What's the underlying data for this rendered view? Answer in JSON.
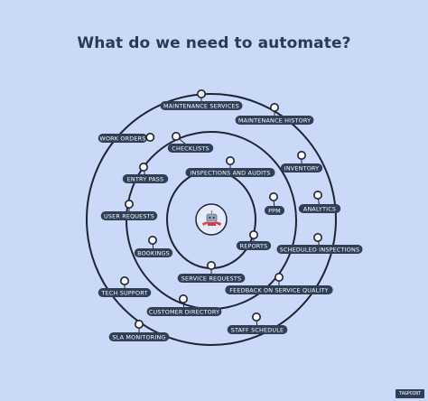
{
  "title": "What do we need to automate?",
  "colors": {
    "background": "#cad9f7",
    "ring": "#1d2433",
    "tag": "#2f3f57",
    "node_fill": "#ffffff"
  },
  "center_icon": "robot-icon",
  "rings": [
    {
      "name": "inner",
      "items": [
        "INSPECTIONS AND AUDITS",
        "PPM",
        "REPORTS",
        "SERVICE REQUESTS",
        "BOOKINGS",
        "CHECKLISTS"
      ]
    },
    {
      "name": "middle",
      "items": [
        "INVENTORY",
        "ANALYTICS",
        "SCHEDULED INSPECTIONS",
        "FEEDBACK ON SERVICE QUALITY",
        "CUSTOMER DIRECTORY",
        "USER REQUESTS",
        "ENTRY PASS"
      ]
    },
    {
      "name": "outer",
      "items": [
        "MAINTENANCE SERVICES",
        "MAINTENANCE HISTORY",
        "STAFF SCHEDULE",
        "SLA MONITORING",
        "TECH SUPPORT",
        "WORK ORDERS"
      ]
    }
  ],
  "watermark": "TAGPOINT"
}
